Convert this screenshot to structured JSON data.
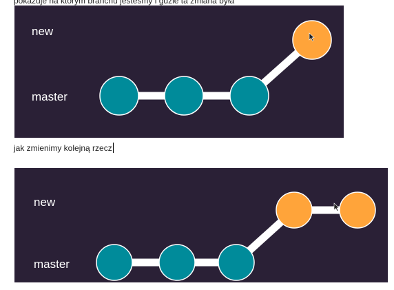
{
  "document": {
    "top_line": "pokazuje na którym branchu jesteśmy i gdzie ta zmiana była",
    "middle_line": "jak zmienimy kolejną rzecz"
  },
  "colors": {
    "panel_background": "#2a2036",
    "master_commit": "#008b9a",
    "new_commit": "#ffa43a",
    "connector": "#ffffff"
  },
  "diagram_1": {
    "new_label": "new",
    "master_label": "master"
  },
  "diagram_2": {
    "new_label": "new",
    "master_label": "master"
  },
  "icons": [
    "mouse-cursor-icon"
  ]
}
